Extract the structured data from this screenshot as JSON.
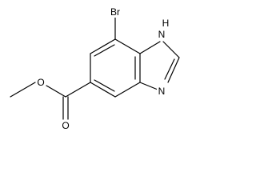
{
  "molecule": {
    "atoms": {
      "br": "Br",
      "nh": "N",
      "nh_h": "H",
      "n": "N",
      "o_carbonyl": "O",
      "o_ester": "O"
    }
  }
}
